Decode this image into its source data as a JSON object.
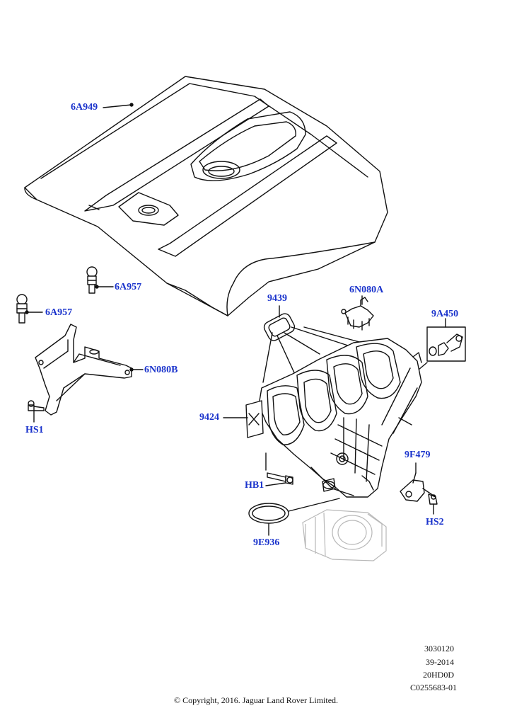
{
  "diagram": {
    "labels": {
      "engine_cover": "6A949",
      "stud_right": "6A957",
      "stud_left": "6A957",
      "bracket": "6N080B",
      "bolt_hs1": "HS1",
      "gasket_small": "9439",
      "clip": "6N080A",
      "valve_kit": "9A450",
      "intake_manifold": "9424",
      "bolt_hb1": "HB1",
      "sensor": "9F479",
      "bolt_hs2": "HS2",
      "o_ring": "9E936"
    },
    "reference": [
      "3030120",
      "39-2014",
      "20HD0D",
      "C0255683-01"
    ],
    "copyright": "© Copyright, 2016. Jaguar Land Rover Limited."
  },
  "colors": {
    "label": "#1a33cc",
    "line": "#111111",
    "ghost": "#b8b8b8"
  }
}
